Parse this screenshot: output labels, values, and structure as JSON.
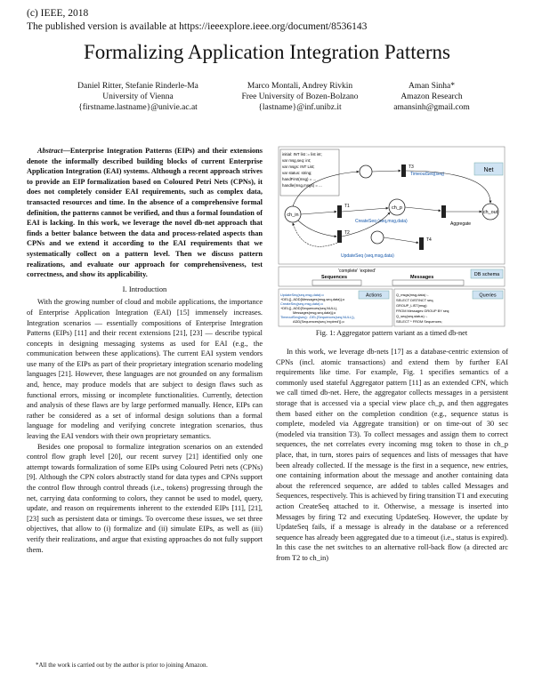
{
  "header": {
    "line1": "(c) IEEE, 2018",
    "line2": "The published version is available at https://ieeexplore.ieee.org/document/8536143"
  },
  "title": "Formalizing Application Integration Patterns",
  "authors": [
    {
      "names": "Daniel Ritter, Stefanie Rinderle-Ma",
      "affil": "University of Vienna",
      "email": "{firstname.lastname}@univie.ac.at"
    },
    {
      "names": "Marco Montali, Andrey Rivkin",
      "affil": "Free University of Bozen-Bolzano",
      "email": "{lastname}@inf.unibz.it"
    },
    {
      "names": "Aman Sinha*",
      "affil": "Amazon Research",
      "email": "amansinh@gmail.com"
    }
  ],
  "abstract": {
    "label": "Abstract",
    "text": "—Enterprise Integration Patterns (EIPs) and their extensions denote the informally described building blocks of current Enterprise Application Integration (EAI) systems. Although a recent approach strives to provide an EIP formalization based on Coloured Petri Nets (CPNs), it does not completely consider EAI requirements, such as complex data, transacted resources and time. In the absence of a comprehensive formal definition, the patterns cannot be verified, and thus a formal foundation of EAI is lacking. In this work, we leverage the novel db-net approach that finds a better balance between the data and process-related aspects than CPNs and we extend it according to the EAI requirements that we systematically collect on a pattern level. Then we discuss pattern realizations, and evaluate our approach for comprehensiveness, test correctness, and show its applicability."
  },
  "section1": "I. Introduction",
  "left_paras": [
    "With the growing number of cloud and mobile applications, the importance of Enterprise Application Integration (EAI) [15] immensely increases. Integration scenarios — essentially compositions of Enterprise Integration Patterns (EIPs) [11] and their recent extensions [21], [23] — describe typical concepts in designing messaging systems as used for EAI (e.g., the communication between these applications). The current EAI system vendors use many of the EIPs as part of their proprietary integration scenario modeling languages [21]. However, these languages are not grounded on any formalism and, hence, may produce models that are subject to design flaws such as functional errors, missing or incomplete functionalities. Currently, detection and analysis of these flaws are by large performed manually. Hence, EIPs can rather be considered as a set of informal design solutions than a formal language for modeling and verifying concrete integration scenarios, thus leaving the EAI vendors with their own proprietary semantics.",
    "Besides one proposal to formalize integration scenarios on an extended control flow graph level [20], our recent survey [21] identified only one attempt towards formalization of some EIPs using Coloured Petri nets (CPNs) [9]. Although the CPN colors abstractly stand for data types and CPNs support the control flow through control threads (i.e., tokens) progressing through the net, carrying data conforming to colors, they cannot be used to model, query, update, and reason on requirements inherent to the extended EIPs [11], [21], [23] such as persistent data or timings. To overcome these issues, we set three objectives, that allow to (i) formalize and (ii) simulate EIPs, as well as (iii) verify their realizations, and argue that existing approaches do not fully support them."
  ],
  "footnote": "*All the work is carried out by the author is prior to joining Amazon.",
  "figure": {
    "caption": "Fig. 1: Aggregator pattern variant as a timed db-net",
    "decl": [
      "initial: INT list := list int;",
      "var msg,seq: int;",
      "var msgs: INT List;",
      "var status: string;",
      "handFirst(msg) = ...",
      "handle(msg,msgs) = ..."
    ],
    "places": [
      "ch_in",
      "ch_p",
      "ch_out"
    ],
    "transitions": [
      "T1",
      "T2",
      "T3",
      "T4"
    ],
    "labels": {
      "net": "Net",
      "actions": "Actions",
      "dbschema": "DB schema",
      "queries": "Queries",
      "sequences": "Sequences",
      "messages": "Messages",
      "create": "CreateSeq (seq,msg,data)",
      "update": "UpdateSeq (seq,msg,data)",
      "aggregate": "Aggregate",
      "timeout": "TimeoutSeq(seq)",
      "complete": "'complete' 'expired'"
    },
    "action_lines": [
      "UpdateSeq(seq,msg,data):o",
      "+DEL{}, ADD{Messages(msg,seq,data)};o",
      "CreateSeq(seq,msg,data):o",
      "+DEL{}, ADD{Sequences(seq,NULL),",
      "Messages(msg,seq,data)};o",
      "TimeoutSeq(seq): -DEL{Sequences(seq,NULL)},",
      "ADD{Sequences(seq,'expired')};o"
    ],
    "query_lines": [
      "Q_msgs(msg,data) :-",
      "SELECT DISTINCT seq,",
      "GROUP_LIST(msg)",
      "FROM Messages GROUP BY seq;",
      "Q_seq(seq,status) :-",
      "SELECT * FROM Sequences;"
    ]
  },
  "right_paras": [
    "In this work, we leverage db-nets [17] as a database-centric extension of CPNs (incl. atomic transactions) and extend them by further EAI requirements like time. For example, Fig. 1 specifies semantics of a commonly used stateful Aggregator pattern [11] as an extended CPN, which we call timed db-net. Here, the aggregator collects messages in a persistent storage that is accessed via a special view place ch_p, and then aggregates them based either on the completion condition (e.g., sequence status is complete, modeled via Aggregate transition) or on time-out of 30 sec (modeled via transition T3). To collect messages and assign them to correct sequences, the net correlates every incoming msg token to those in ch_p place, that, in turn, stores pairs of sequences and lists of messages that have been already collected. If the message is the first in a sequence, new entries, one containing information about the message and another containing data about the referenced sequence, are added to tables called Messages and Sequences, respectively. This is achieved by firing transition T1 and executing action CreateSeq attached to it. Otherwise, a message is inserted into Messages by firing T2 and executing UpdateSeq. However, the update by UpdateSeq fails, if a message is already in the database or a referenced sequence has already been aggregated due to a timeout (i.e., status is expired). In this case the net switches to an alternative roll-back flow (a directed arc from T2 to ch_in)"
  ]
}
